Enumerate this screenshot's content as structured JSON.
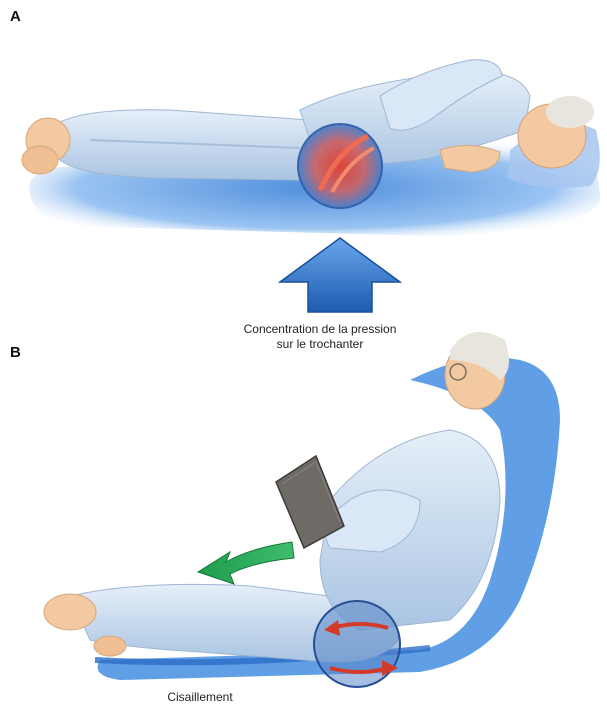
{
  "panel_a": {
    "letter": "A",
    "caption_line1": "Concentration de la pression",
    "caption_line2": "sur le trochanter"
  },
  "panel_b": {
    "letter": "B",
    "caption": "Cisaillement"
  },
  "colors": {
    "surface_blue": "#5f9fe3",
    "skin": "#f2c9a0",
    "garment": "#cfe0f3",
    "arrow_blue": "#2a6fc4",
    "arrow_green": "#1a9a4a",
    "pressure_red": "#d93a2a"
  }
}
